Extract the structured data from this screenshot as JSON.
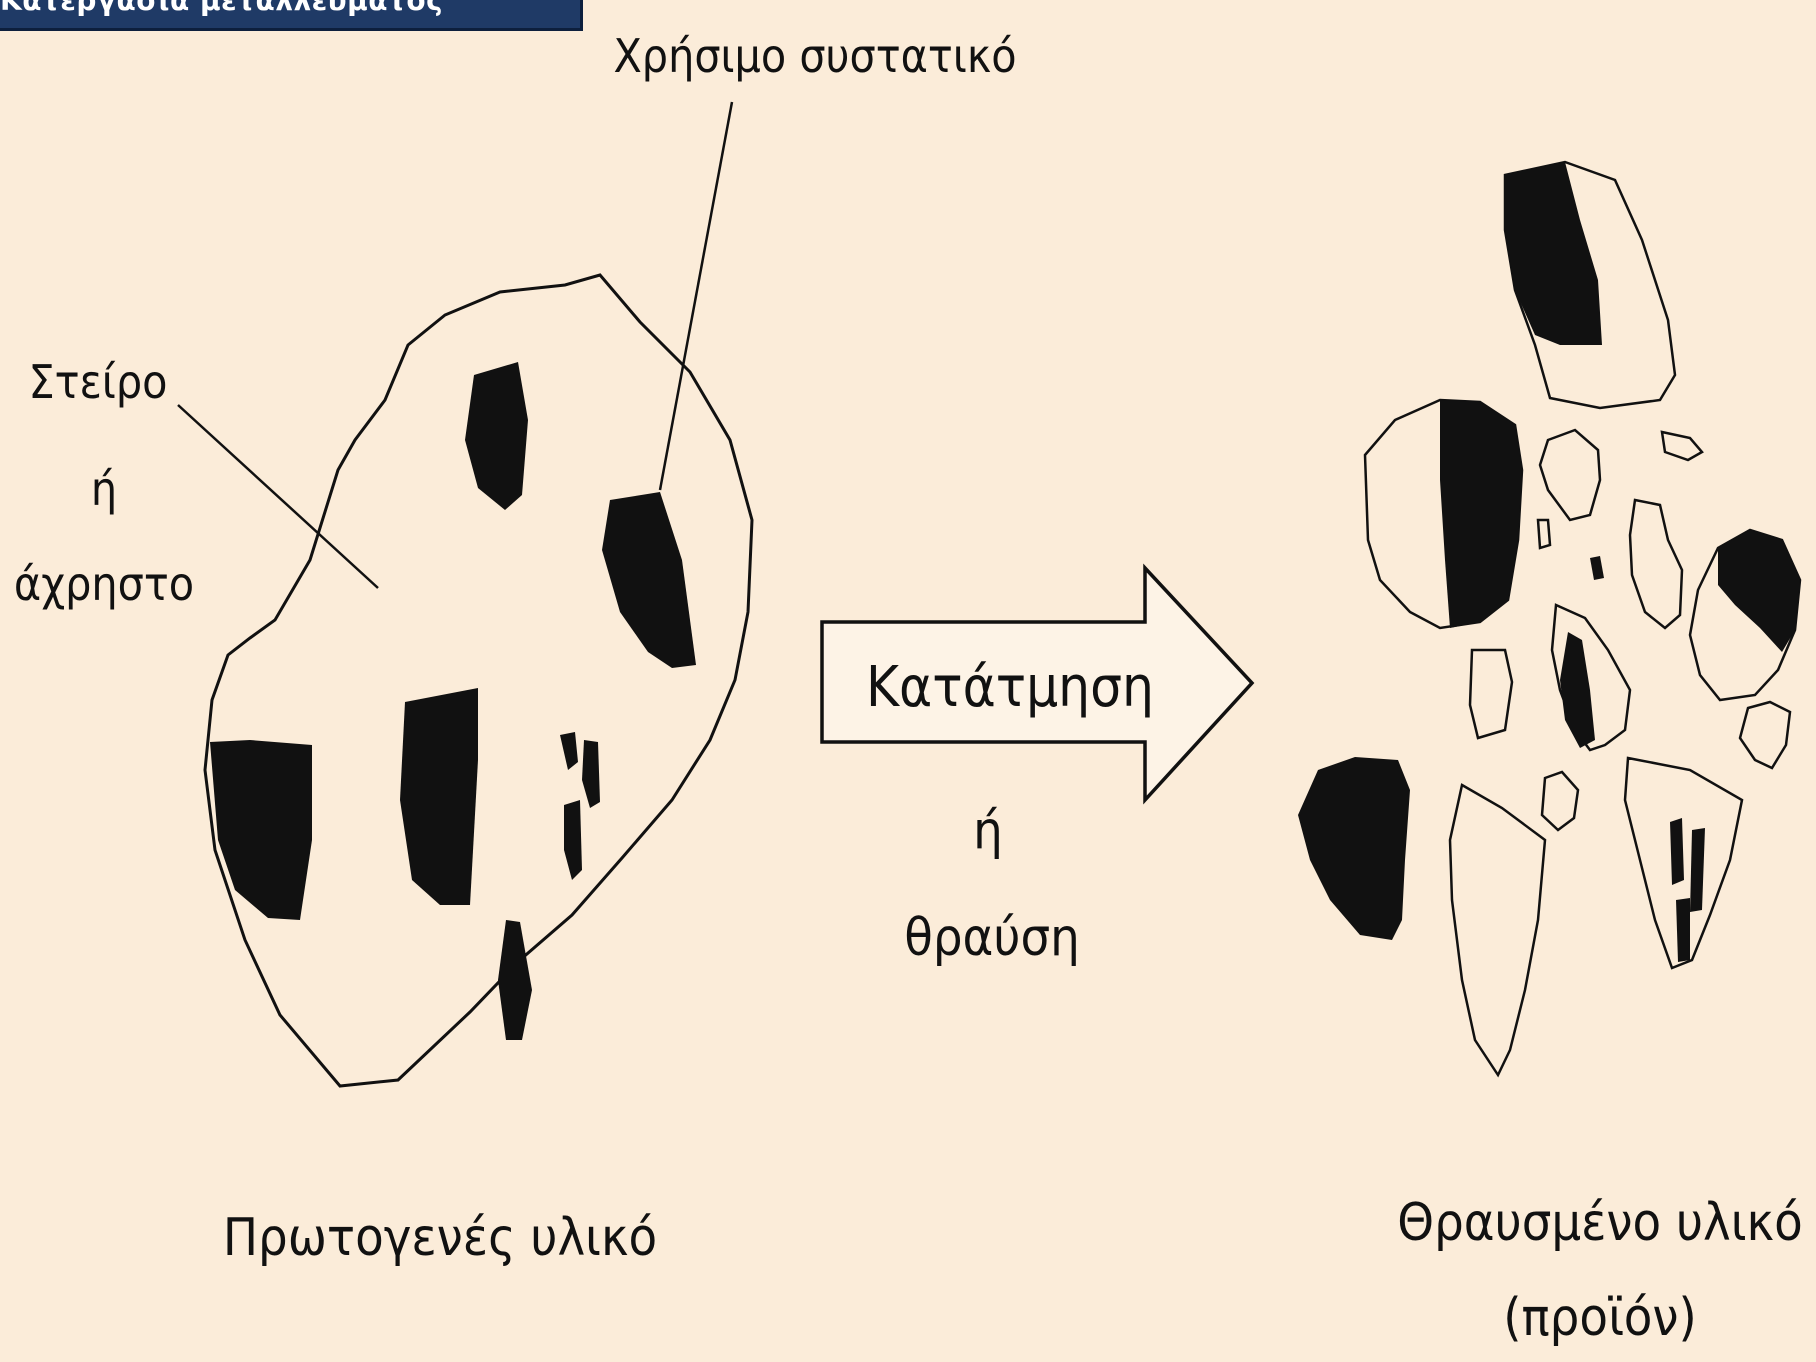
{
  "header": {
    "title": "Κατεργασία μεταλλεύματος"
  },
  "diagram": {
    "label_useful_component": "Χρήσιμο συστατικό",
    "label_gangue_line1": "Στείρο",
    "label_gangue_line2": "ή",
    "label_gangue_line3": "άχρηστο",
    "arrow_label": "Κατάτμηση",
    "label_or": "ή",
    "label_fracture": "θραύση",
    "label_raw_material": "Πρωτογενές υλικό",
    "label_crushed_line1": "Θραυσμένο υλικό",
    "label_crushed_line2": "(προϊόν)"
  },
  "colors": {
    "background": "#fbecd9",
    "ink": "#111111",
    "title_bar": "#1f3a66",
    "title_text": "#ffffff"
  }
}
